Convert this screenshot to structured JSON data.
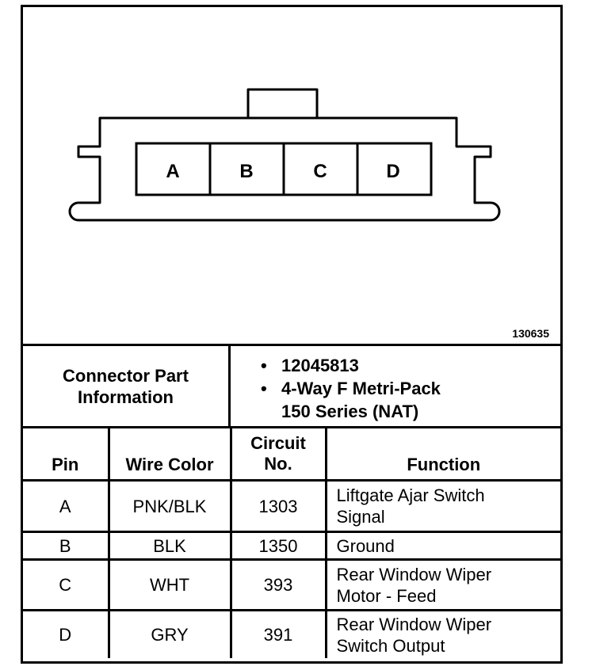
{
  "figure_id": "130635",
  "connector": {
    "pins": [
      "A",
      "B",
      "C",
      "D"
    ]
  },
  "connector_info": {
    "label": "Connector Part\nInformation",
    "items": [
      "12045813",
      "4-Way F Metri-Pack\n150 Series (NAT)"
    ]
  },
  "table": {
    "headers": [
      "Pin",
      "Wire Color",
      "Circuit\nNo.",
      "Function"
    ],
    "rows": [
      {
        "pin": "A",
        "color": "PNK/BLK",
        "circuit": "1303",
        "function": "Liftgate Ajar Switch\nSignal"
      },
      {
        "pin": "B",
        "color": "BLK",
        "circuit": "1350",
        "function": "Ground"
      },
      {
        "pin": "C",
        "color": "WHT",
        "circuit": "393",
        "function": "Rear Window Wiper\nMotor - Feed"
      },
      {
        "pin": "D",
        "color": "GRY",
        "circuit": "391",
        "function": "Rear Window Wiper\nSwitch Output"
      }
    ]
  }
}
